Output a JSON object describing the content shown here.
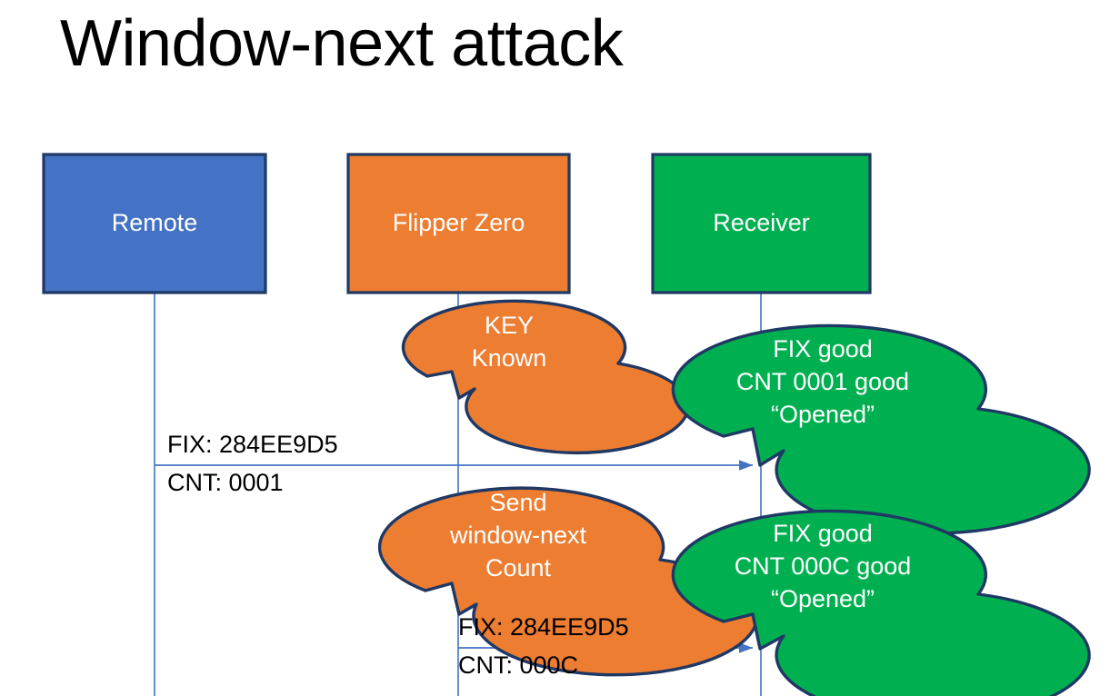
{
  "slide": {
    "title": "Window-next attack",
    "background": "#ffffff"
  },
  "colors": {
    "remote_fill": "#4472C4",
    "flipper_fill": "#ED7D31",
    "receiver_fill": "#00B050",
    "shape_outline": "#1F3864",
    "lifeline": "#4472C4",
    "arrow": "#4472C4",
    "node_text": "#ffffff",
    "message_text": "#000000"
  },
  "actors": [
    {
      "id": "remote",
      "label": "Remote",
      "fill_key": "remote_fill"
    },
    {
      "id": "flipper",
      "label": "Flipper Zero",
      "fill_key": "flipper_fill"
    },
    {
      "id": "receiver",
      "label": "Receiver",
      "fill_key": "receiver_fill"
    }
  ],
  "callouts": [
    {
      "id": "key-known",
      "owner": "flipper",
      "fill_key": "flipper_fill",
      "lines": [
        "KEY",
        "Known"
      ],
      "line1": "KEY",
      "line2": "Known"
    },
    {
      "id": "receiver-ack-1",
      "owner": "receiver",
      "fill_key": "receiver_fill",
      "lines": [
        "FIX good",
        "CNT 0001 good",
        "“Opened”"
      ],
      "line1": "FIX good",
      "line2": "CNT 0001 good",
      "line3": "“Opened”"
    },
    {
      "id": "send-window-next",
      "owner": "flipper",
      "fill_key": "flipper_fill",
      "lines": [
        "Send",
        "window-next",
        "Count"
      ],
      "line1": "Send",
      "line2": "window-next",
      "line3": "Count"
    },
    {
      "id": "receiver-ack-2",
      "owner": "receiver",
      "fill_key": "receiver_fill",
      "lines": [
        "FIX good",
        "CNT 000C good",
        "“Opened”"
      ],
      "line1": "FIX good",
      "line2": "CNT 000C good",
      "line3": "“Opened”"
    }
  ],
  "messages": [
    {
      "id": "msg-remote-to-receiver",
      "from": "remote",
      "to": "receiver",
      "above": "FIX: 284EE9D5",
      "below": "CNT: 0001"
    },
    {
      "id": "msg-flipper-to-receiver",
      "from": "flipper",
      "to": "receiver",
      "above": "FIX: 284EE9D5",
      "below": "CNT: 000C"
    }
  ]
}
